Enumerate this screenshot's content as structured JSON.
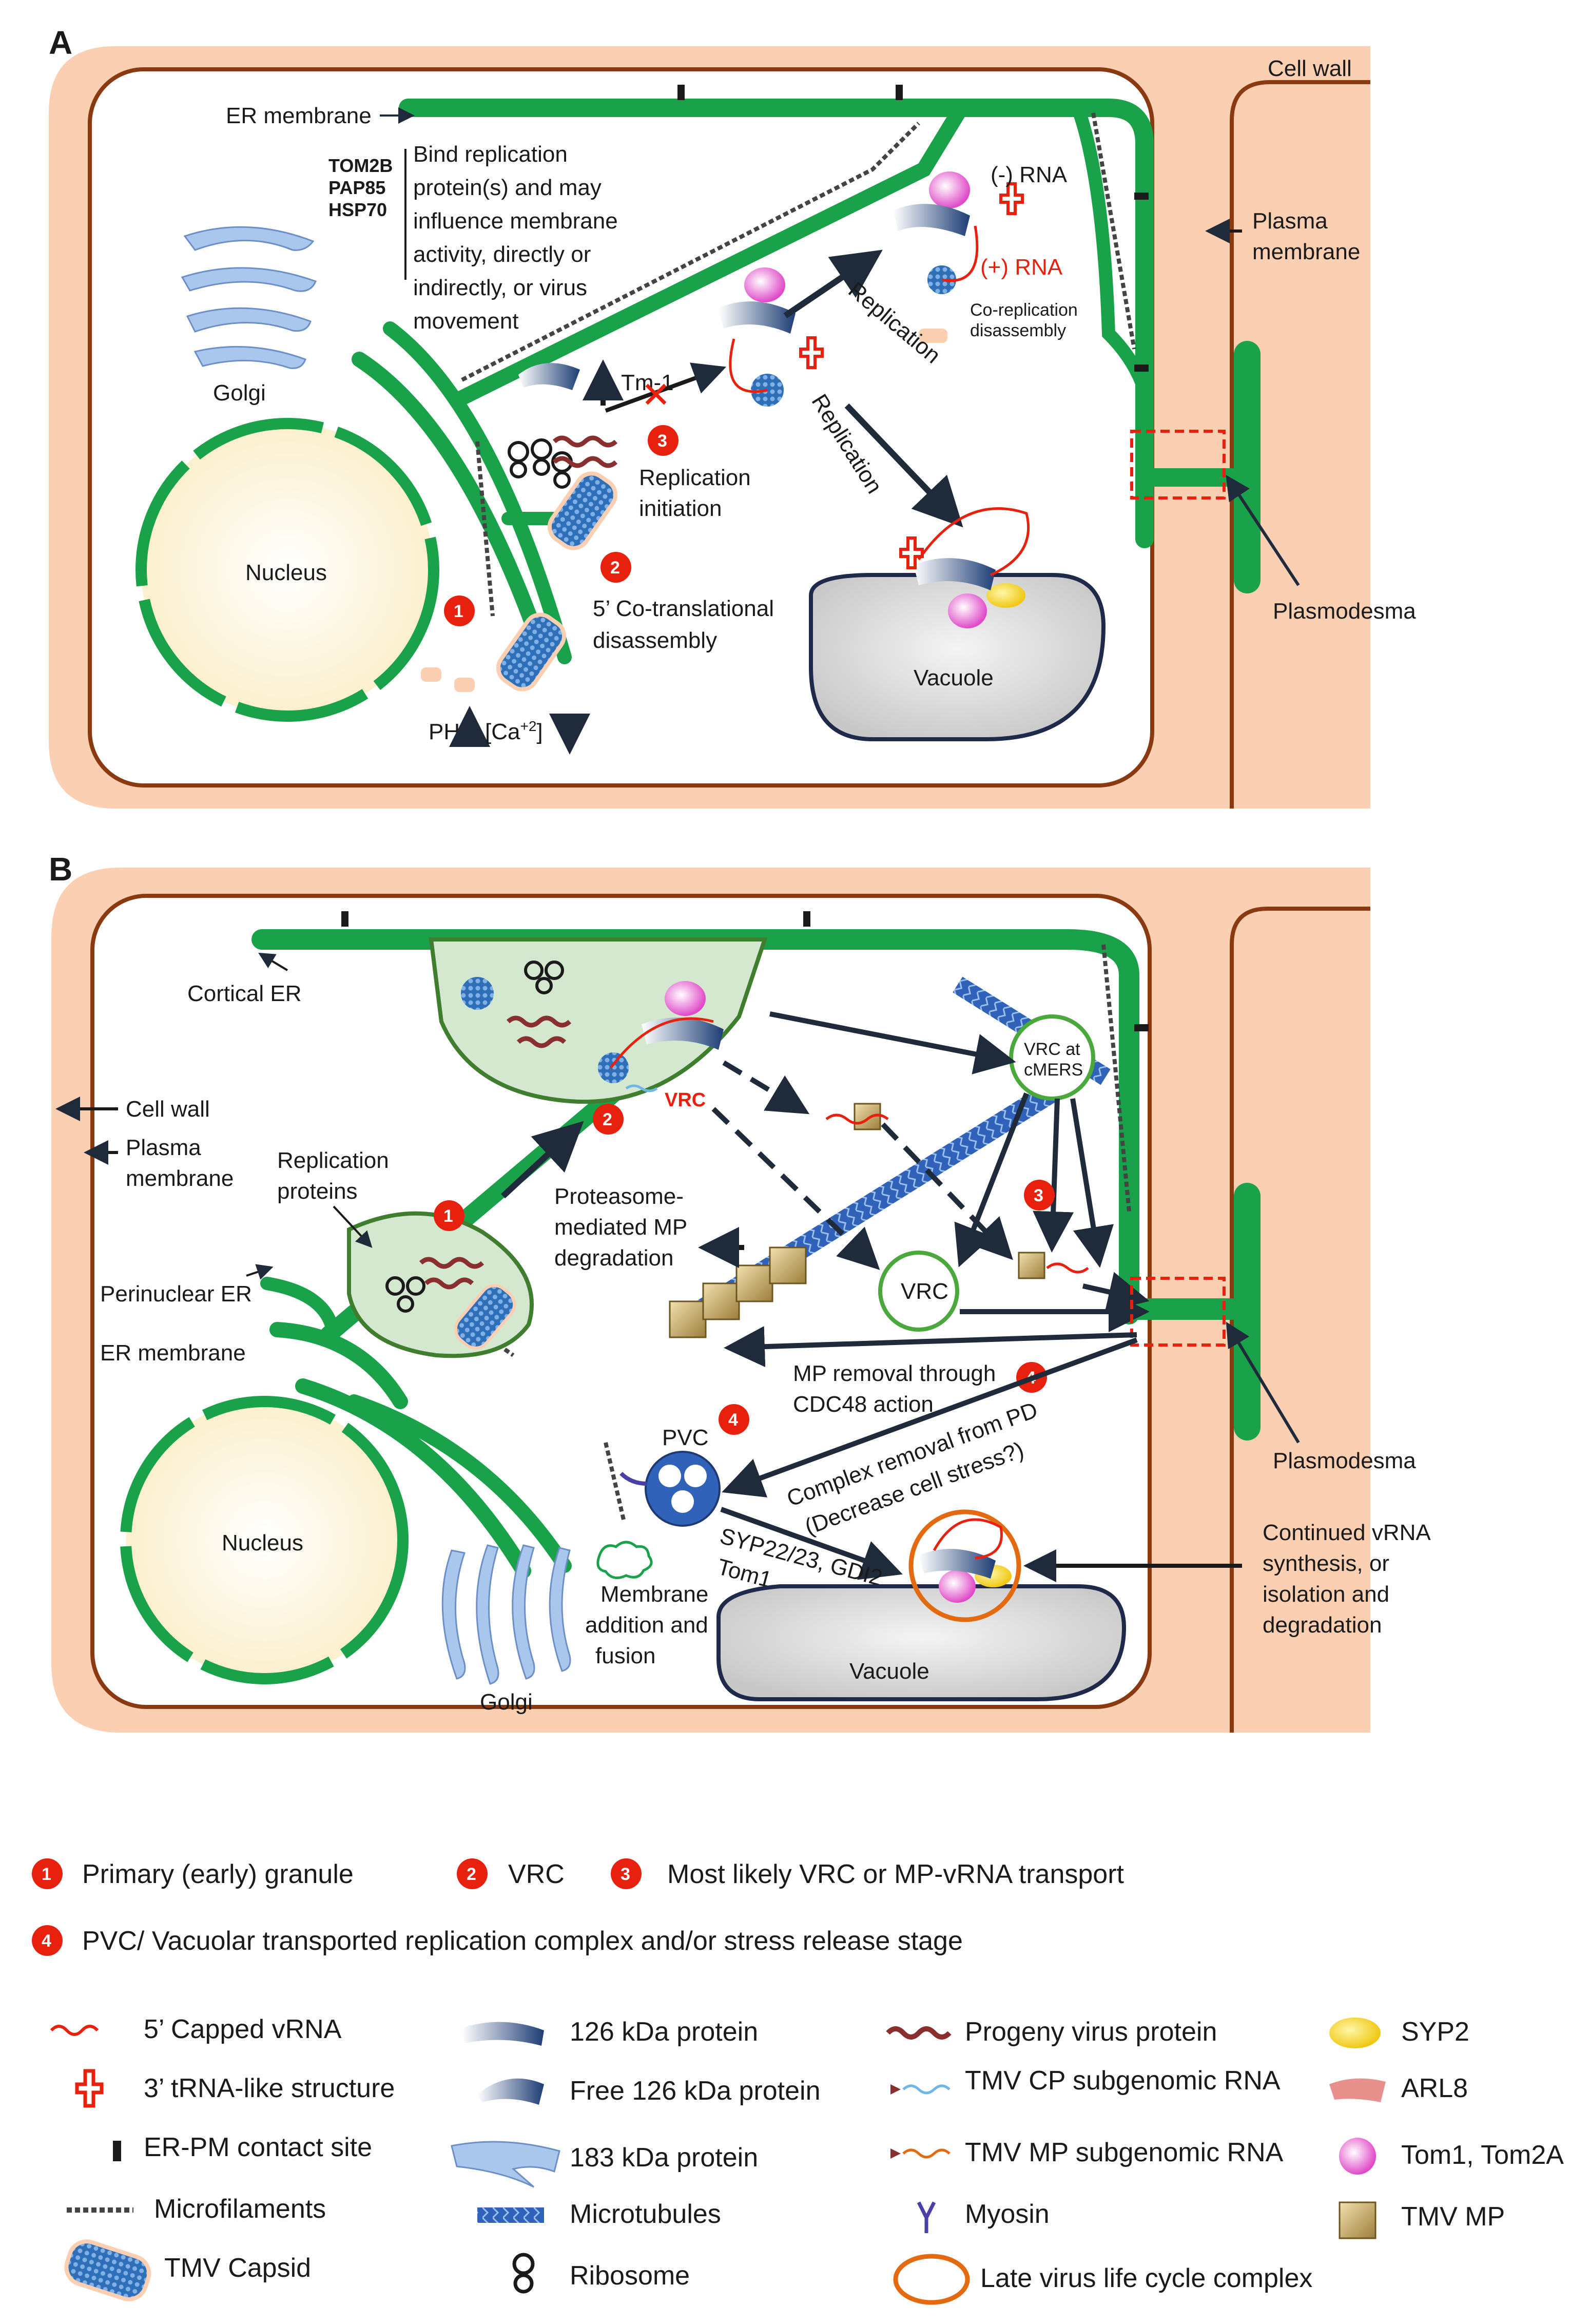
{
  "panel_a": {
    "letter": "A",
    "labels": {
      "cell_wall": "Cell wall",
      "er_membrane": "ER membrane",
      "plasma_membrane_1": "Plasma",
      "plasma_membrane_2": "membrane",
      "golgi": "Golgi",
      "nucleus": "Nucleus",
      "vacuole": "Vacuole",
      "plasmodesma": "Plasmodesma",
      "minus_rna": "(-) RNA",
      "plus_rna": "(+) RNA",
      "co_rep_1": "Co-replication",
      "co_rep_2": "disassembly",
      "replication": "Replication",
      "tm1": "Tm-1",
      "rep_init_1": "Replication",
      "rep_init_2": "initiation",
      "cotrans_1": "5’ Co-translational",
      "cotrans_2": "disassembly",
      "ph": "PH",
      "ca": "[Ca",
      "ca_sup": "+2",
      "ca_end": "]"
    },
    "factors": [
      "TOM2B",
      "PAP85",
      "HSP70"
    ],
    "factor_text": [
      "Bind replication",
      "protein(s) and may",
      "influence membrane",
      "activity, directly or",
      "indirectly, or virus",
      "movement"
    ],
    "badges": [
      "1",
      "2",
      "3"
    ]
  },
  "panel_b": {
    "letter": "B",
    "labels": {
      "cortical_er": "Cortical ER",
      "cell_wall": "Cell wall",
      "plasma_1": "Plasma",
      "plasma_2": "membrane",
      "rep_proteins_1": "Replication",
      "rep_proteins_2": "proteins",
      "perinuclear_er": "Perinuclear ER",
      "er_membrane": "ER membrane",
      "nucleus": "Nucleus",
      "golgi": "Golgi",
      "vrc": "VRC",
      "vrc_cmers_1": "VRC at",
      "vrc_cmers_2": "cMERS",
      "vrc2": "VRC",
      "proteasome_1": "Proteasome-",
      "proteasome_2": "mediated MP",
      "proteasome_3": "degradation",
      "mp_removal_1": "MP removal through",
      "mp_removal_2": "CDC48 action",
      "complex_removal_1": "Complex removal from PD",
      "complex_removal_2": "(Decrease cell stress?)",
      "pvc": "PVC",
      "syp_1": "SYP22/23, GDI2,",
      "syp_2": "Tom1",
      "membrane_1": "Membrane",
      "membrane_2": "addition and",
      "membrane_3": "fusion",
      "vacuole": "Vacuole",
      "plasmodesma": "Plasmodesma",
      "continued_1": "Continued vRNA",
      "continued_2": "synthesis, or",
      "continued_3": "isolation and",
      "continued_4": "degradation"
    },
    "badges": [
      "1",
      "2",
      "3",
      "4",
      "4"
    ]
  },
  "stages": [
    {
      "num": "1",
      "text": "Primary (early) granule"
    },
    {
      "num": "2",
      "text": "VRC"
    },
    {
      "num": "3",
      "text": "Most likely VRC or MP-vRNA transport"
    },
    {
      "num": "4",
      "text": "PVC/ Vacuolar transported replication complex and/or stress release stage"
    }
  ],
  "legend": {
    "col1": [
      "5’ Capped vRNA",
      "3’ tRNA-like structure",
      "ER-PM contact site",
      "Microfilaments",
      "TMV Capsid"
    ],
    "col2": [
      "126 kDa protein",
      "Free 126 kDa protein",
      "183 kDa protein",
      "Microtubules",
      "Ribosome"
    ],
    "col3": [
      "Progeny virus protein",
      "TMV CP subgenomic RNA",
      "TMV MP subgenomic RNA",
      "Myosin",
      "Late virus life cycle complex"
    ],
    "col4": [
      "SYP2",
      "ARL8",
      "Tom1, Tom2A",
      "TMV MP"
    ]
  },
  "colors": {
    "cell_wall": "#fbcfb2",
    "wall_border": "#8a3a10",
    "er": "#1aa24a",
    "nucleus": "#fdf3d6",
    "vacuole": "#dcdcdc",
    "badge": "#e8200e",
    "golgi": "#a9c6ec"
  }
}
